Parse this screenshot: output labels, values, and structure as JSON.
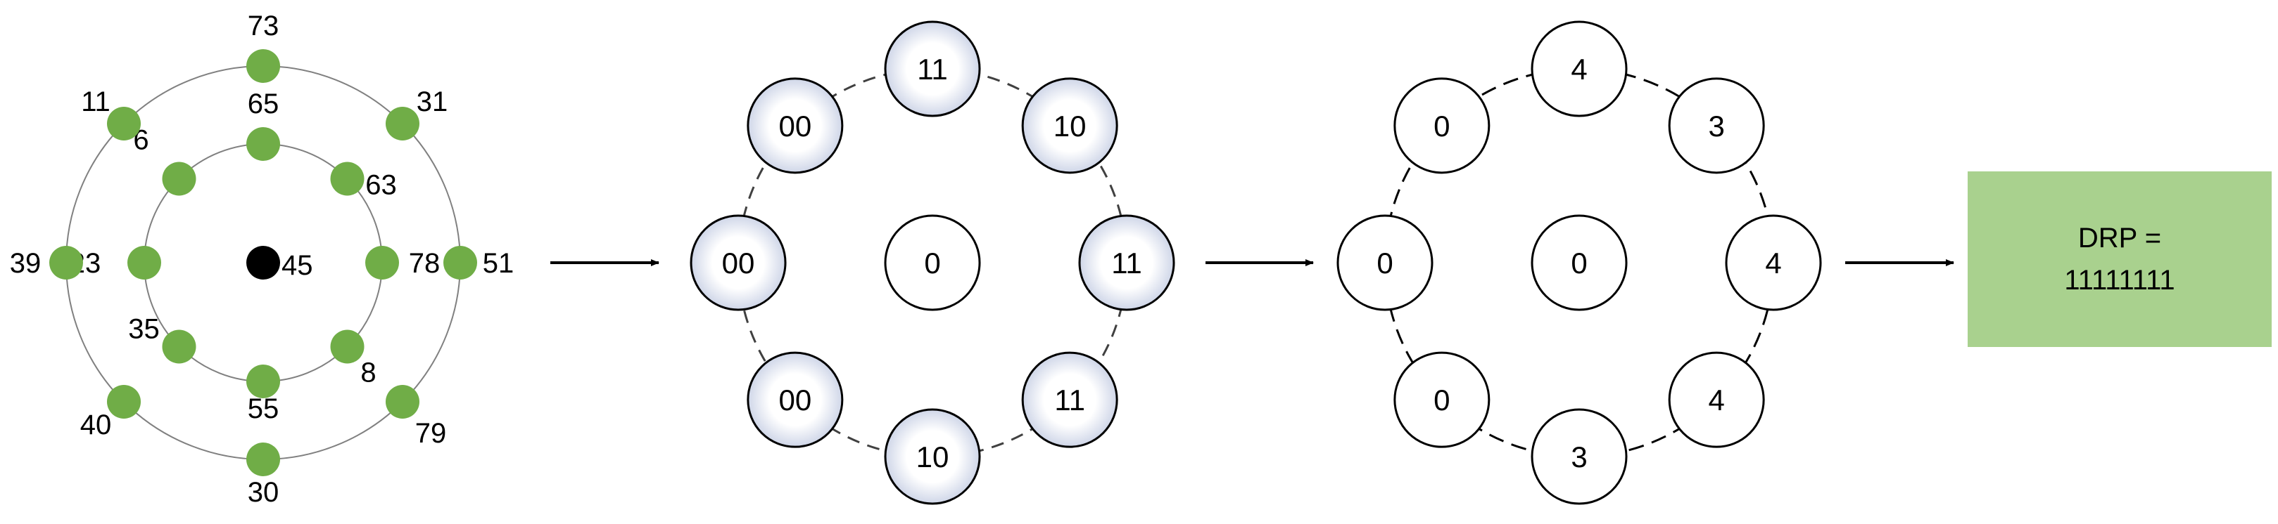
{
  "neighborhood": {
    "center_value": "45",
    "inner_ring": [
      "65",
      "63",
      "78",
      "8",
      "55",
      "35",
      "23",
      "6"
    ],
    "outer_ring": [
      "73",
      "31",
      "51",
      "79",
      "30",
      "40",
      "39",
      "11"
    ],
    "colors": {
      "point": "#70ad47",
      "center": "#000000",
      "ring": "#808080"
    }
  },
  "binary_pattern": {
    "center": "0",
    "codes": [
      "11",
      "10",
      "11",
      "11",
      "10",
      "00",
      "00",
      "00"
    ]
  },
  "decimal_pattern": {
    "center": "0",
    "values": [
      "4",
      "3",
      "4",
      "4",
      "3",
      "0",
      "0",
      "0"
    ]
  },
  "result": {
    "line1": "DRP =",
    "line2": "11111111",
    "color": "#a9d18e"
  }
}
